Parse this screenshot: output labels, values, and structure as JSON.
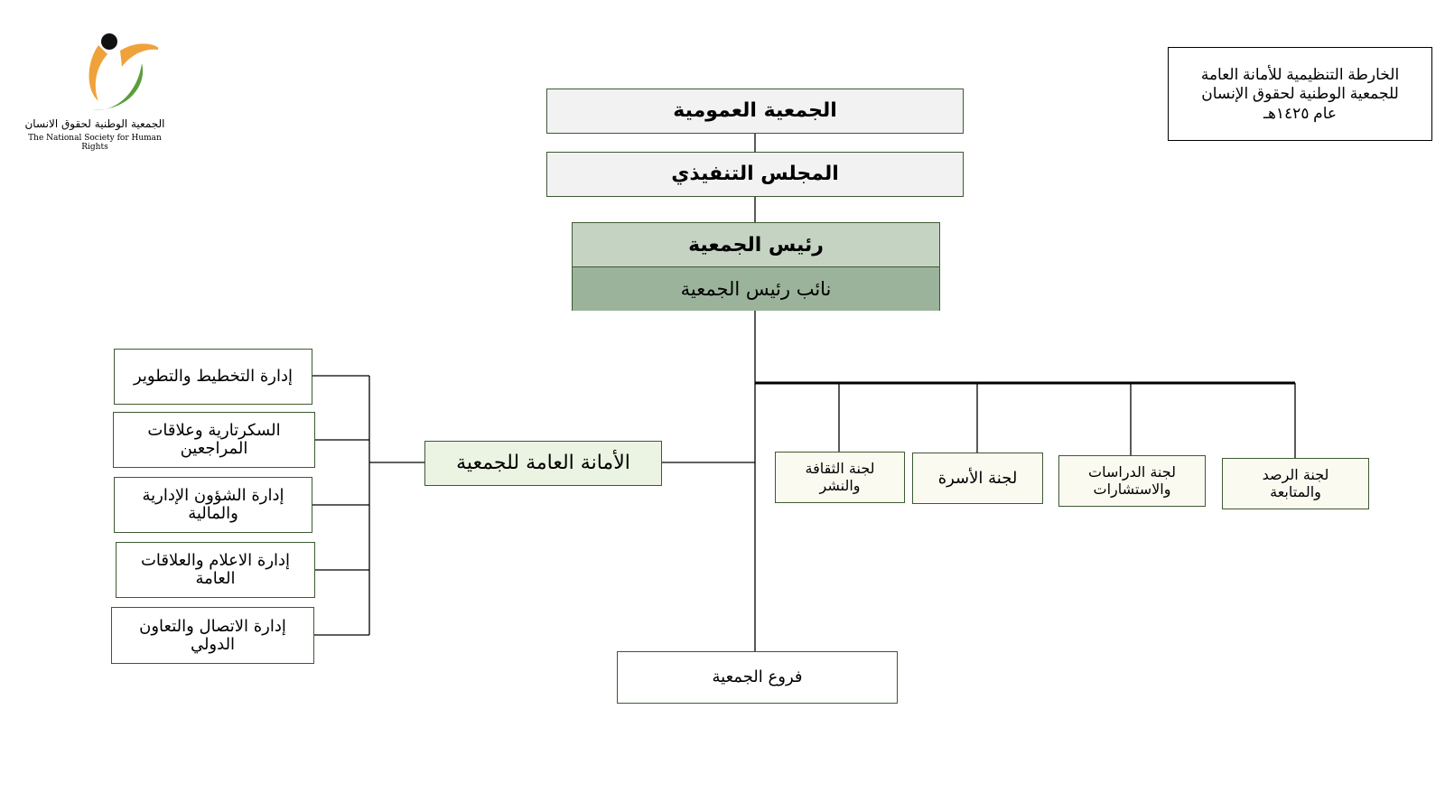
{
  "logo": {
    "text_ar": "الجمعية الوطنية  لحقوق الانسان",
    "text_en": "The National Society for Human Rights",
    "colors": {
      "dot": "#111111",
      "arc_orange": "#f0a23a",
      "arc_green": "#5a9e3c"
    }
  },
  "title": {
    "line1": "الخارطة التنظيمية للأمانة العامة",
    "line2": "للجمعية الوطنية لحقوق الإنسان",
    "line3": "عام ١٤٢٥هـ"
  },
  "nodes": {
    "general_assembly": "الجمعية العمومية",
    "executive_council": "المجلس التنفيذي",
    "president": "رئيس الجمعية",
    "vice_president": "نائب رئيس الجمعية",
    "general_secretariat": "الأمانة العامة للجمعية",
    "branches": "فروع الجمعية"
  },
  "departments": [
    "إدارة التخطيط والتطوير",
    "السكرتارية وعلاقات\nالمراجعين",
    "إدارة الشؤون الإدارية\nوالمالية",
    "إدارة الاعلام والعلاقات\nالعامة",
    "إدارة الاتصال والتعاون\nالدولي"
  ],
  "committees": [
    "لجنة الثقافة\nوالنشر",
    "لجنة الأسرة",
    "لجنة الدراسات\nوالاستشارات",
    "لجنة الرصد\nوالمتابعة"
  ],
  "colors": {
    "border": "#3c5a32",
    "president_fill": "#c5d4c2",
    "vice_fill": "#9bb39b",
    "secretariat_fill": "#ebf3e3",
    "committee_fill": "#fbfaf1",
    "top_fill": "#f2f2f2"
  }
}
